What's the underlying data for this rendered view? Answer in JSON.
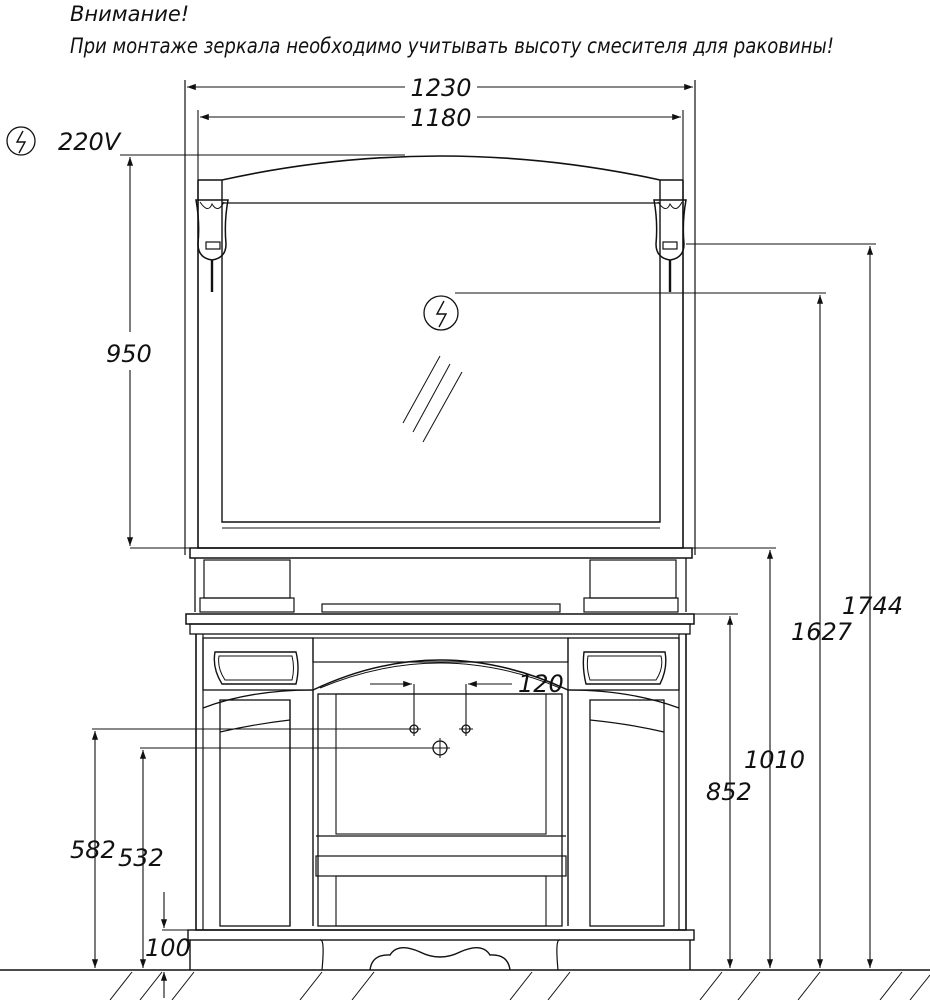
{
  "warning": {
    "title": "Внимание!",
    "text": "При монтаже зеркала необходимо учитывать высоту смесителя для раковины!"
  },
  "voltage": "220V",
  "dimensions": {
    "width_total": "1230",
    "width_mirror": "1180",
    "mirror_height": "950",
    "outlet_mirror_height": "1744",
    "light_height": "1627",
    "mirror_bottom_height": "1010",
    "countertop_height": "852",
    "faucet_spacing": "120",
    "water_inlet_height": "582",
    "drain_height": "532",
    "plinth_height": "100"
  },
  "colors": {
    "line": "#111111",
    "background": "#ffffff"
  }
}
